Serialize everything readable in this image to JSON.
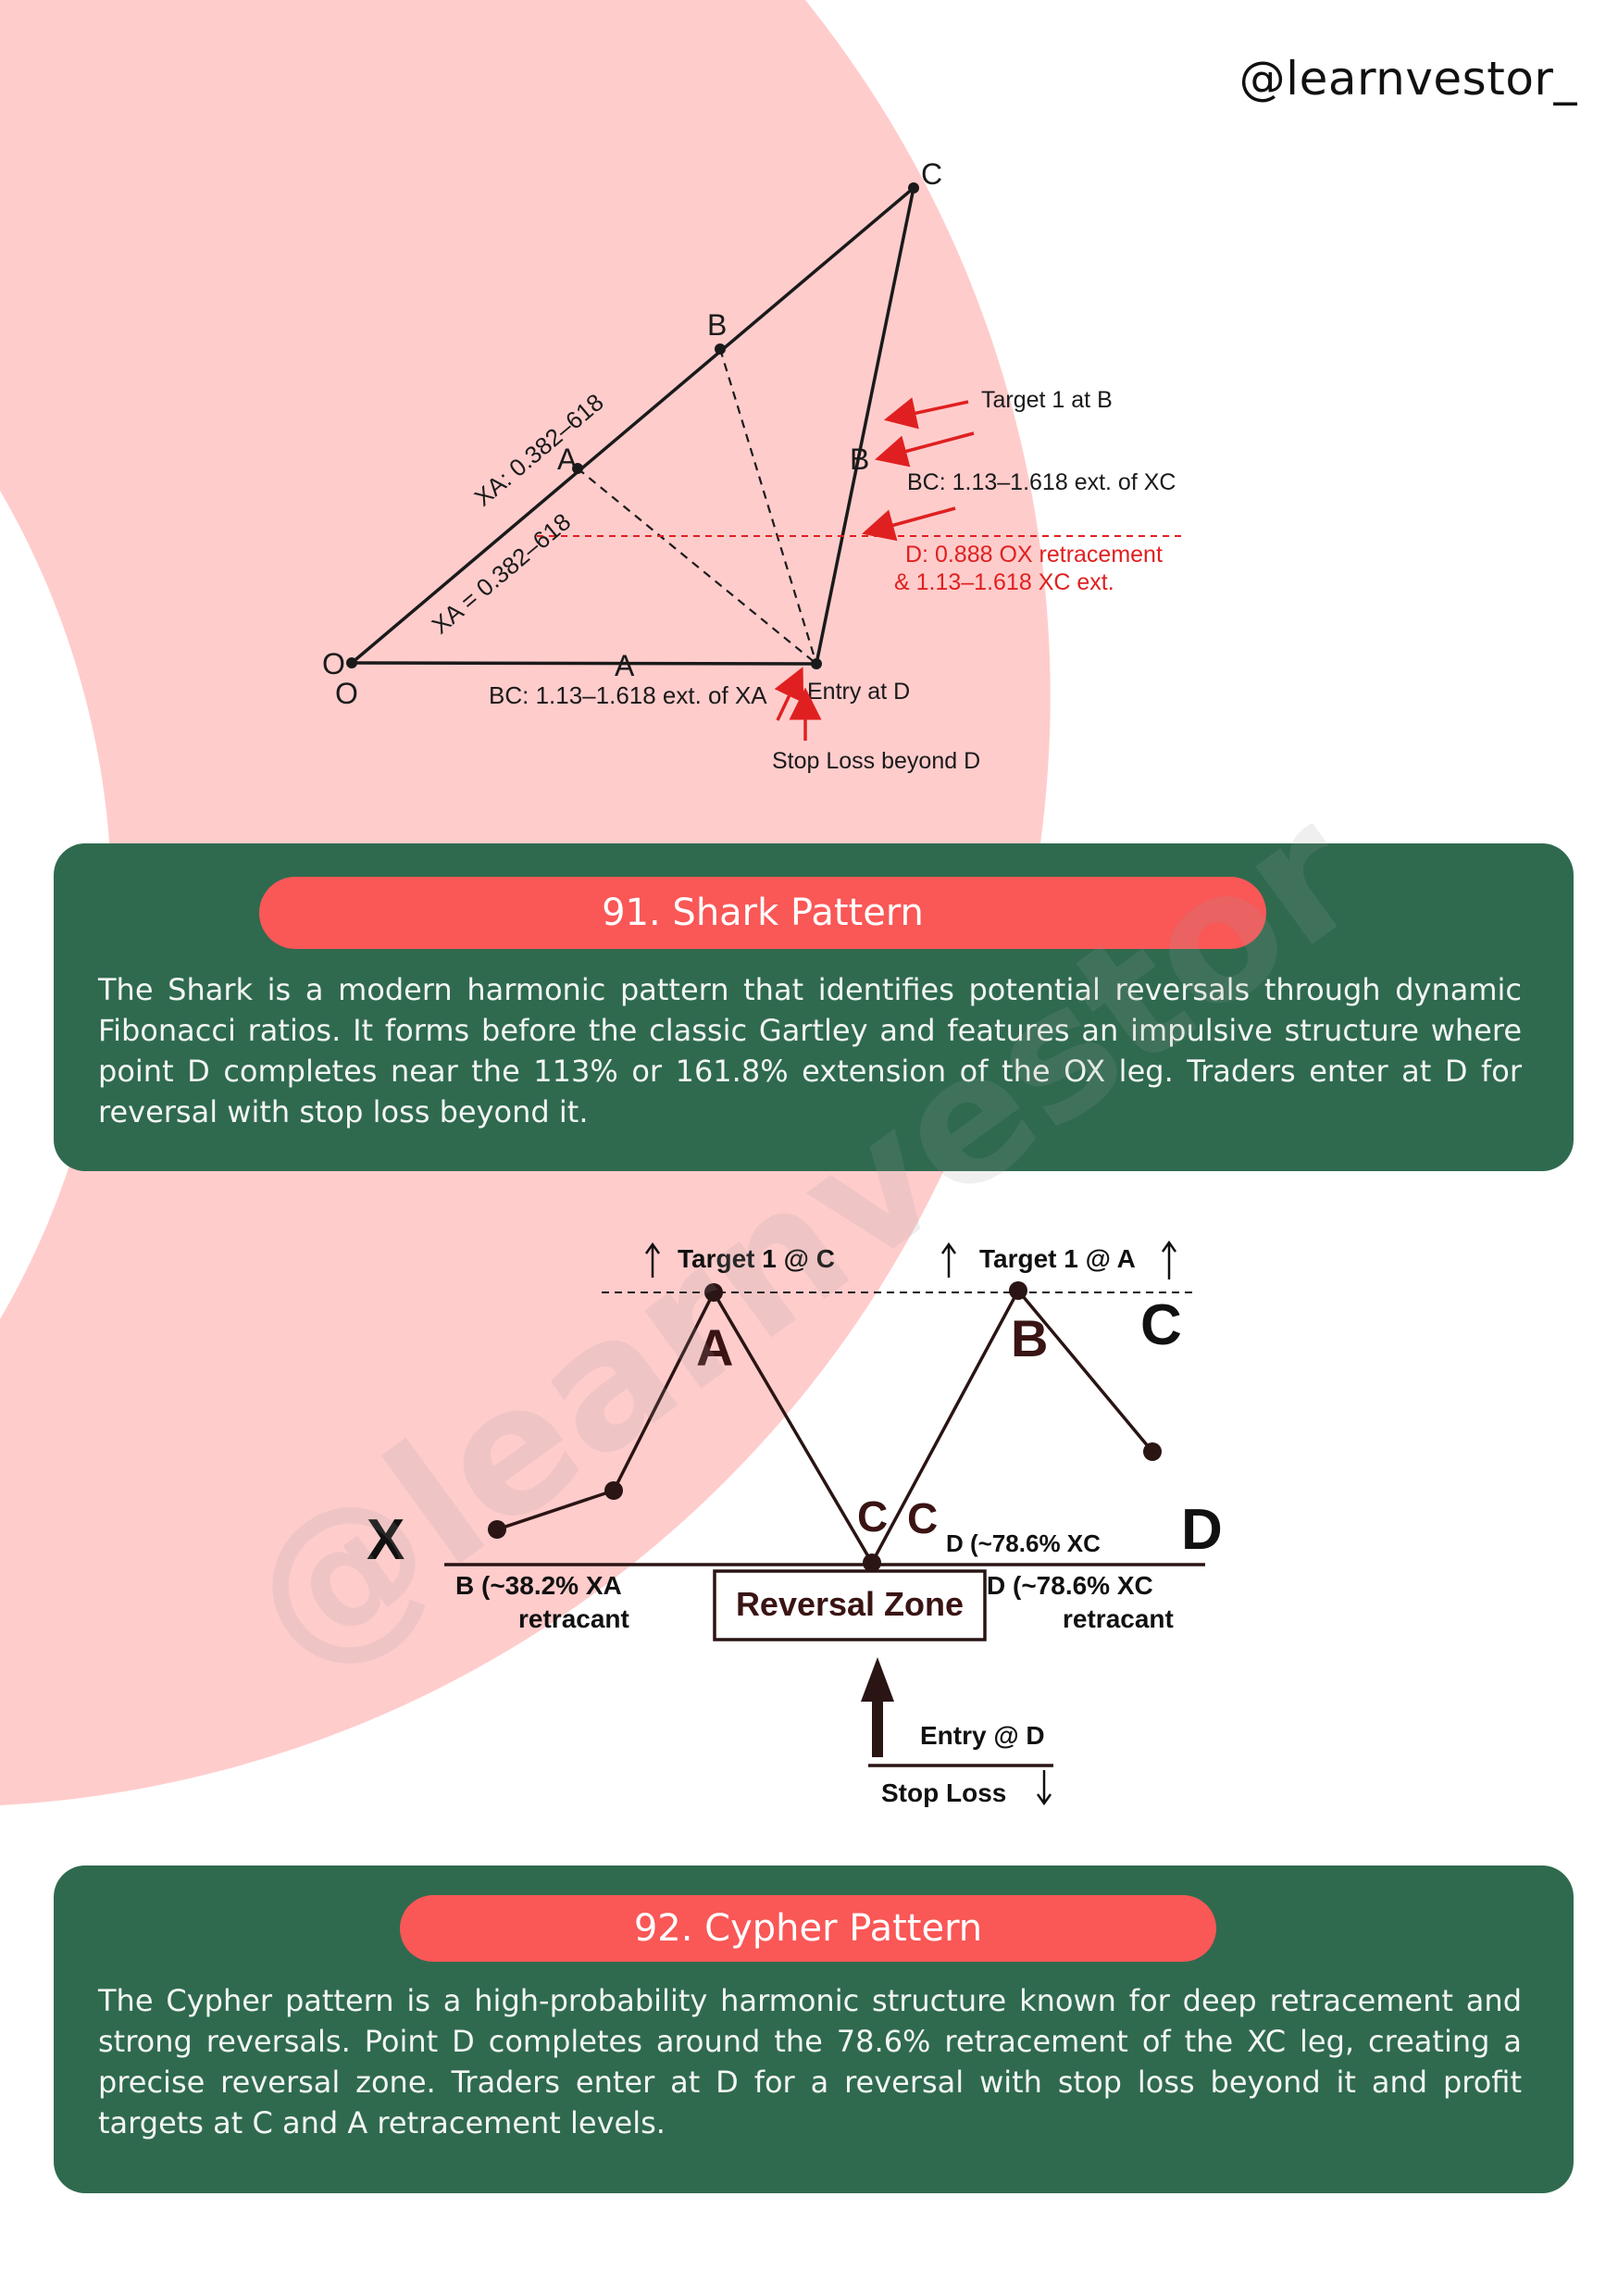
{
  "page": {
    "handle": "@learnvestor_",
    "watermark": "@learnvestor",
    "colors": {
      "card": "#2f6a4f",
      "pill": "#fa5757",
      "background_arc": "#ffcccc",
      "annotation_red": "#e02020"
    }
  },
  "shark": {
    "points": {
      "C": "C",
      "B_top": "B",
      "A_top": "A",
      "O1": "O",
      "O2": "O",
      "A_bottom": "A",
      "B_leg": "B"
    },
    "leg_labels": {
      "xa_upper": "XA: 0.382–618",
      "xa_lower": "XA = 0.382–618",
      "bc_xa": "BC: 1.13–1.618 ext. of XA"
    },
    "annotations": {
      "target": "Target 1 at B",
      "bc_xc": "BC: 1.13–1.618 ext. of XC",
      "d_line1": "D: 0.888 OX retracement",
      "d_line2": "& 1.13–1.618 XC ext.",
      "entry": "Entry at D",
      "stop": "Stop Loss beyond D"
    },
    "card": {
      "title": "91. Shark Pattern",
      "description": "The Shark is a modern harmonic pattern that identifies potential reversals through dynamic Fibonacci ratios. It forms before the classic Gartley and features an impulsive structure where point D completes near the 113% or 161.8% extension of the OX leg. Traders enter at D for reversal with stop loss beyond it."
    }
  },
  "cypher": {
    "points": {
      "X": "X",
      "A": "A",
      "B": "B",
      "C_big": "C",
      "C1": "C",
      "C2": "C",
      "D": "D"
    },
    "labels": {
      "target_c": "Target 1 @ C",
      "target_a": "Target 1 @ A",
      "d_upper": "D (~78.6% XC",
      "b_line1": "B (~38.2% XA",
      "b_line2": "retracant",
      "zone": "Reversal Zone",
      "d_line1": "D (~78.6% XC",
      "d_line2": "retracant",
      "entry": "Entry @ D",
      "stop": "Stop Loss"
    },
    "card": {
      "title": "92. Cypher Pattern",
      "description": "The Cypher pattern is a high-probability harmonic structure known for deep retracement and strong reversals. Point D completes around the 78.6% retracement of the XC leg, creating a precise reversal zone. Traders enter at D for a reversal with stop loss beyond it and profit targets at C and A retracement levels."
    }
  }
}
